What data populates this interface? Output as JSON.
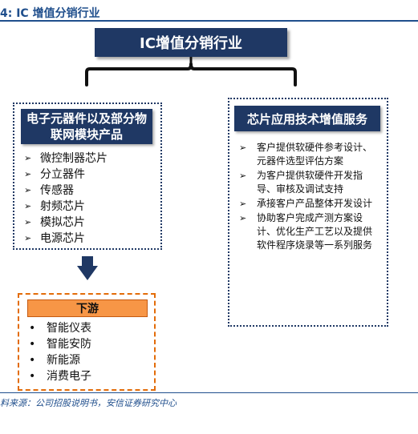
{
  "figure": {
    "title": "4:  IC 增值分销行业",
    "source": "料来源：公司招股说明书，安信证券研究中心"
  },
  "root": {
    "label": "IC增值分销行业"
  },
  "left_panel": {
    "header": "电子元器件以及部分物联网模块产品",
    "items": [
      "微控制器芯片",
      "分立器件",
      "传感器",
      "射频芯片",
      "模拟芯片",
      "电源芯片"
    ]
  },
  "right_panel": {
    "header": "芯片应用技术增值服务",
    "items": [
      "客户提供软硬件参考设计、元器件选型评估方案",
      "为客户提供软硬件开发指导、审核及调试支持",
      "承接客户产品整体开发设计",
      "协助客户完成产测方案设计、优化生产工艺以及提供软件程序烧录等一系列服务"
    ]
  },
  "downstream": {
    "header": "下游",
    "items": [
      "智能仪表",
      "智能安防",
      "新能源",
      "消费电子"
    ]
  },
  "icons": {
    "bullet_arrow": "➢",
    "bullet_dot": "•",
    "flow_arrow": "down-arrow-icon",
    "brace": "curly-brace"
  },
  "colors": {
    "navy": "#1F3864",
    "title_blue": "#1F4E8C",
    "orange": "#F79646",
    "orange_border": "#E36C09"
  }
}
